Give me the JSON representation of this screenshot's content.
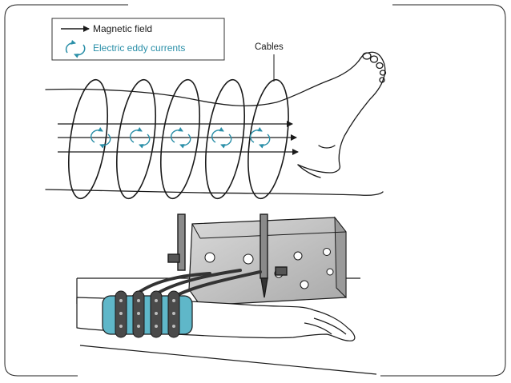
{
  "legend": {
    "magnetic_field": "Magnetic field",
    "eddy_currents": "Electric eddy currents"
  },
  "labels": {
    "cables": "Cables"
  },
  "colors": {
    "eddy": "#2a8fa8",
    "cuff": "#5fb7c9",
    "ink": "#1a1a1a",
    "device": "#c9c9c9"
  },
  "icons": [
    "arrow-right-icon",
    "circular-arrows-icon"
  ]
}
